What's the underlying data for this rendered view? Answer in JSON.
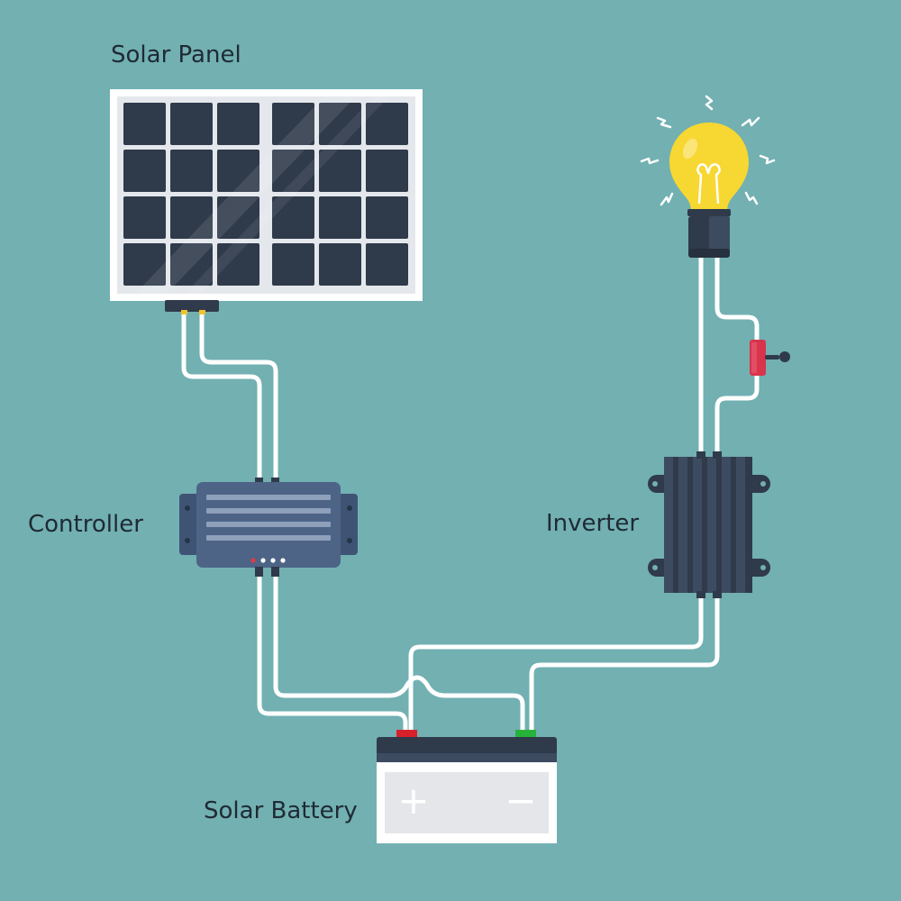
{
  "labels": {
    "solar_panel": "Solar Panel",
    "controller": "Controller",
    "inverter": "Inverter",
    "solar_battery": "Solar Battery"
  },
  "battery": {
    "positive_symbol": "+",
    "negative_symbol": "−"
  },
  "colors": {
    "background": "#72b0b2",
    "panel_frame": "#ffffff",
    "panel_cell": "#2f3a4b",
    "device_body": "#4d6487",
    "inverter_body": "#2f3a4b",
    "wire": "#ffffff",
    "bulb": "#f7d731",
    "positive_terminal": "#d8202a",
    "negative_terminal": "#26b33a",
    "switch": "#d8344c"
  },
  "icons": {
    "panel": "solar-panel-icon",
    "controller": "charge-controller-icon",
    "inverter": "inverter-icon",
    "battery": "battery-icon",
    "bulb": "light-bulb-icon",
    "switch": "toggle-switch-icon"
  }
}
